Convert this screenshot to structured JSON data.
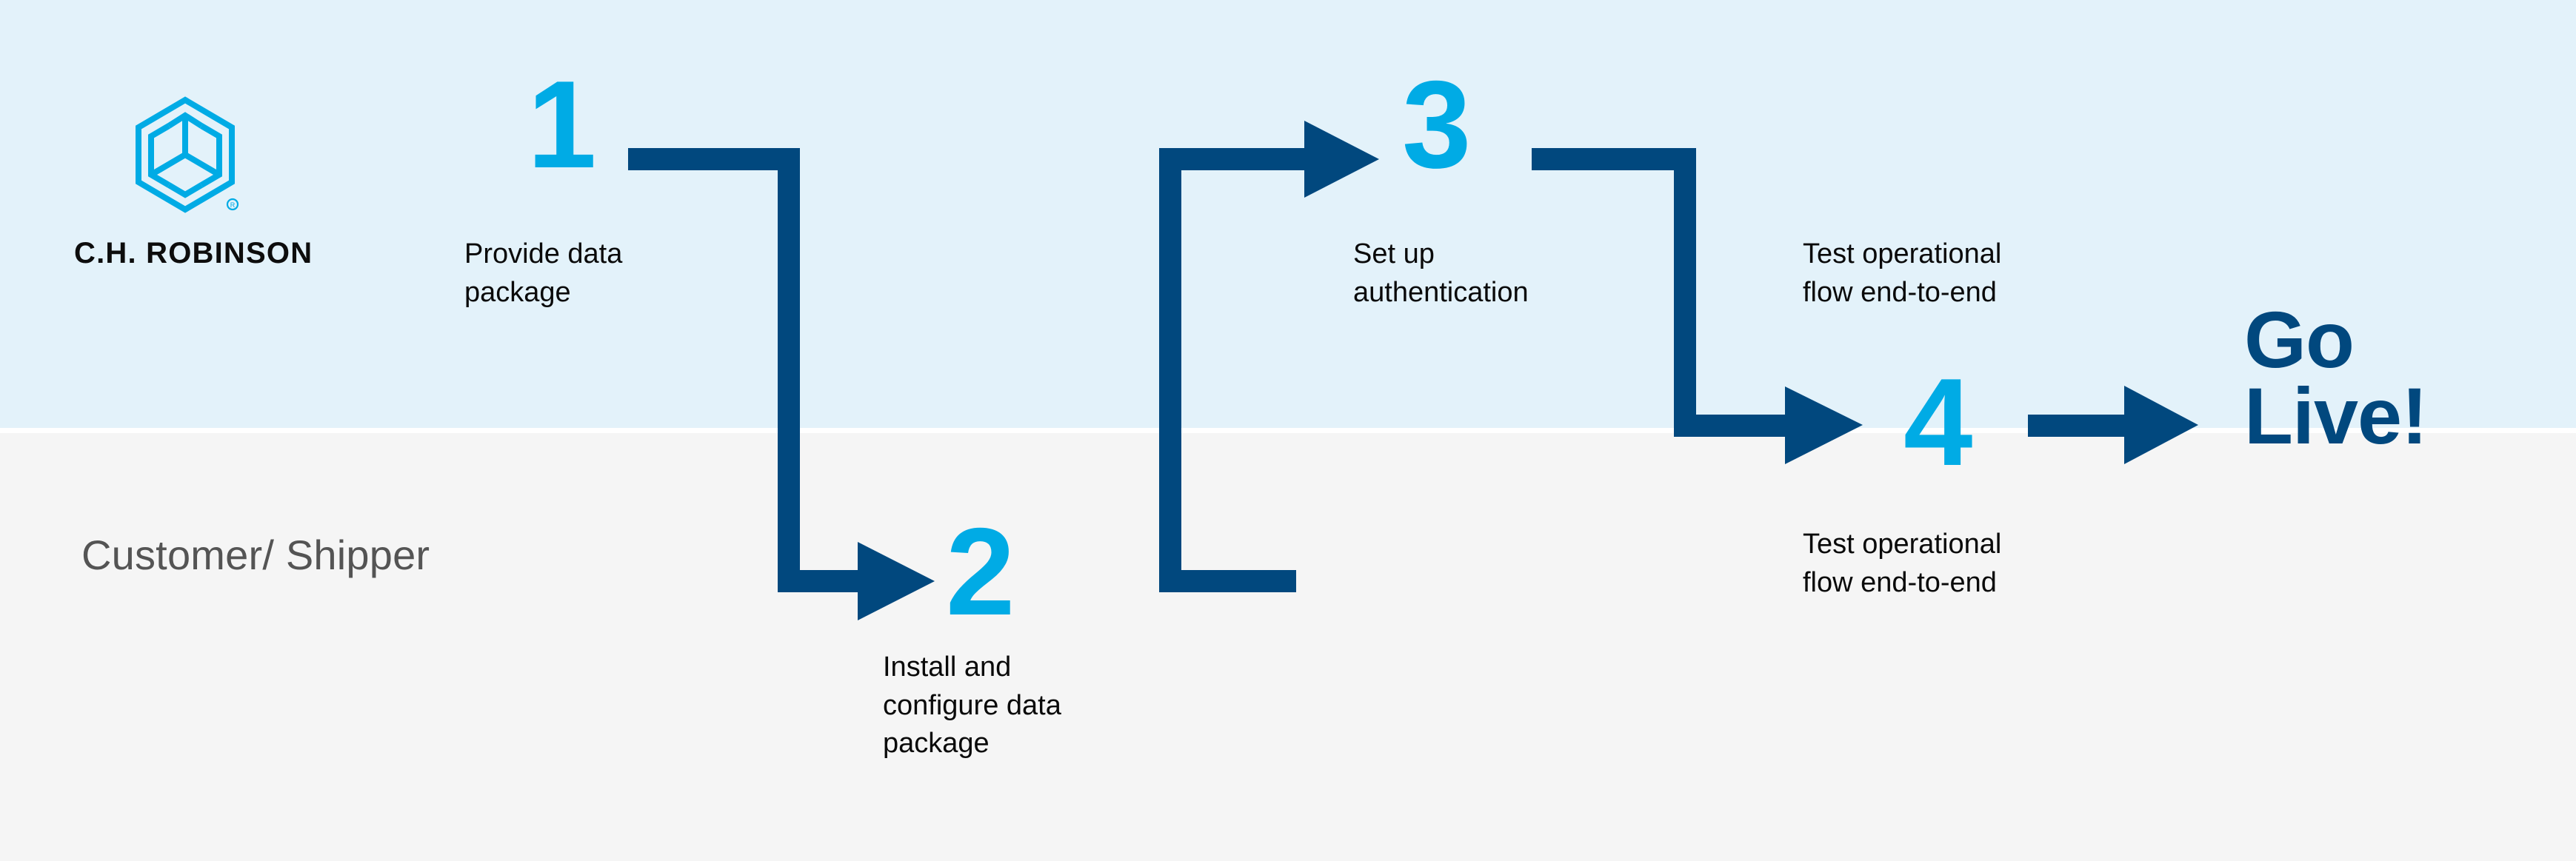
{
  "colors": {
    "band_top": "#e3f2fa",
    "band_bottom": "#f5f5f5",
    "accent_cyan": "#00ABE5",
    "accent_navy": "#01487E",
    "text_dark": "#0a0a0a",
    "lane_label": "#545454"
  },
  "brand": {
    "logo_icon": "cube-arrows-hexagon-logo-icon",
    "wordmark": "C.H. ROBINSON",
    "registered_mark": "®"
  },
  "lane": {
    "label": "Customer/\nShipper"
  },
  "steps": [
    {
      "number": "1",
      "caption": "Provide data\npackage"
    },
    {
      "number": "2",
      "caption": "Install and\nconfigure data\npackage"
    },
    {
      "number": "3",
      "caption": "Set up\nauthentication"
    },
    {
      "number": "4",
      "caption": "Test operational\nflow end-to-end"
    }
  ],
  "extra_captions": {
    "after_step_three": "Test operational\nflow end-to-end"
  },
  "outcome": {
    "label": "Go\nLive!"
  },
  "connectors": [
    {
      "name": "step1-to-step2",
      "shape": "down-then-right-arrow"
    },
    {
      "name": "step2-to-step3",
      "shape": "up-then-right-arrow"
    },
    {
      "name": "step3-to-step4",
      "shape": "down-then-right-arrow"
    },
    {
      "name": "step4-to-golive",
      "shape": "right-arrow"
    }
  ]
}
